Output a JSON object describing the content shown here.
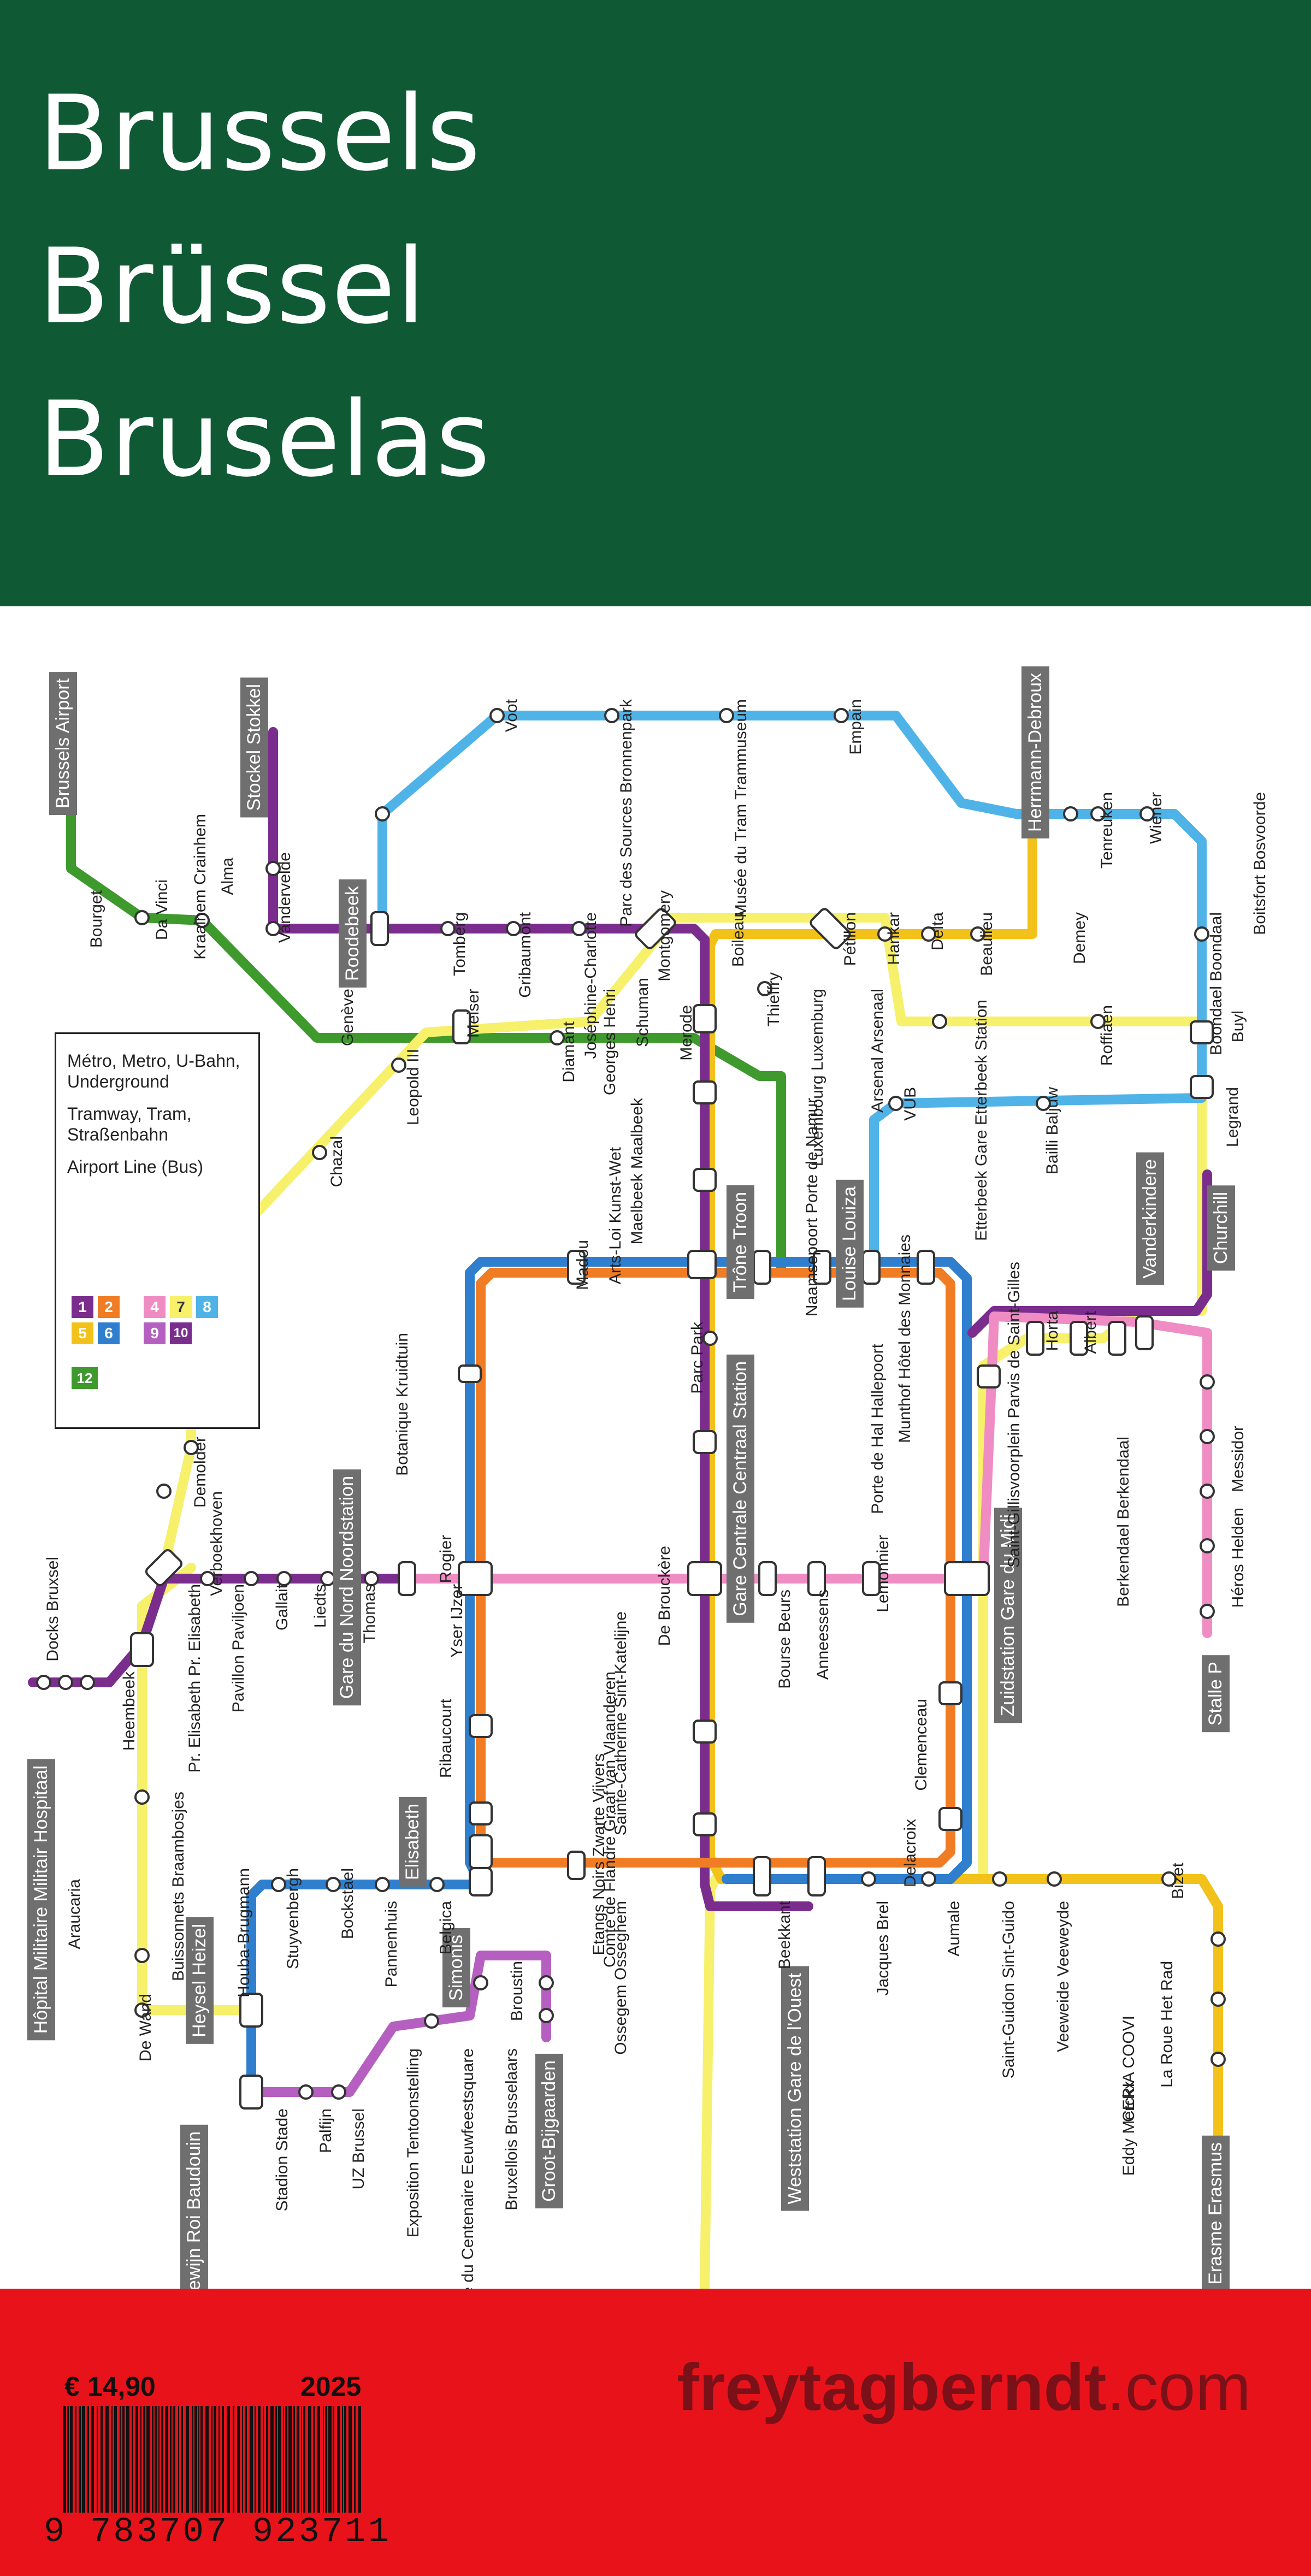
{
  "cover": {
    "titles": [
      "Brussels",
      "Brüssel",
      "Bruselas"
    ],
    "colors": {
      "top_band": "#0f5a34",
      "bottom_band": "#e8131a",
      "brand": "#7a1018"
    }
  },
  "legend": {
    "groups": [
      {
        "badges": [
          "1",
          "2",
          "5",
          "6"
        ],
        "label": "Métro, Metro, U-Bahn, Underground"
      },
      {
        "badges": [
          "4",
          "7",
          "8",
          "9",
          "10"
        ],
        "label": "Tramway, Tram, Straßenbahn"
      },
      {
        "badges": [
          "12"
        ],
        "label": "Airport Line (Bus)"
      }
    ]
  },
  "line_colors": {
    "1": "#7b2d8e",
    "2": "#f07c23",
    "5": "#f2c21b",
    "6": "#2f7fce",
    "4": "#ef8cc4",
    "7": "#f6f06a",
    "8": "#4fb3e8",
    "9": "#b560c0",
    "10": "#7b2d8e",
    "12": "#3f9a2e"
  },
  "map": {
    "boxed_labels": [
      "Brussels Airport",
      "Stockel Stokkel",
      "Roodebeek",
      "Herrmann-Debroux",
      "Trône Troon",
      "Louise Louiza",
      "Gare Centrale Centraal Station",
      "Gare du Nord Noordstation",
      "Zuidstation Gare du Midi",
      "Vanderkindere",
      "Churchill",
      "Hôpital Militaire Militair Hospitaal",
      "Heysel Heizel",
      "Elisabeth",
      "Simonis",
      "Koning Boudewijn Roi Baudouin",
      "Weststation Gare de l'Ouest",
      "Groot-Bijgaarden",
      "Erasme Erasmus",
      "Stalle P"
    ],
    "labels": [
      "Voot",
      "Empain",
      "Parc des Sources Bronnenpark",
      "Musée du Tram Trammuseum",
      "Joséphine-Charlotte",
      "Gribaumont",
      "Tomberg",
      "Vandervelde",
      "Alma",
      "Kraainem Crainhem",
      "Montgomery",
      "Boileau",
      "Pétillon",
      "Hankar",
      "Delta",
      "Beaulieu",
      "Demey",
      "Tenreuken",
      "Wiener",
      "Boitsfort Bosvoorde",
      "Boondael Boondaal",
      "Roffiaen",
      "Buyl",
      "Legrand",
      "Bourget",
      "Da Vinci",
      "Genève",
      "Meiser",
      "Diamant",
      "Georges Henri",
      "Schuman",
      "Merode",
      "Thieffry",
      "Luxembourg Luxemburg",
      "Arsenal Arsenaal",
      "VUB",
      "Etterbeek Gare Etterbeek Station",
      "Leopold III",
      "Chazal",
      "Maelbeek Maalbeek",
      "Arts-Loi Kunst-Wet",
      "Naamsepoort Porte de Namur",
      "Munthof Hôtel des Monnaies",
      "Bailli Baljuw",
      "Madou",
      "Parc Park",
      "Porte de Hal Hallepoort",
      "Horta",
      "Albert",
      "Saint-Gillisvoorplein Parvis de Saint-Gilles",
      "Berkendael Berkendaal",
      "Messidor",
      "Héros Helden",
      "Botanique Kruidtuin",
      "Rogier",
      "De Brouckère",
      "Lemonnier",
      "Demolder",
      "Verboekhoven",
      "Docks Bruxsel",
      "Pr. Elisabeth Pr. Elisabeth",
      "Pavillon Paviljoen",
      "Gallait",
      "Liedts",
      "Thomas",
      "Yser IJzer",
      "Bourse Beurs",
      "Anneessens",
      "Sainte-Catherine Sint-Katelijne",
      "Comte de Flandre Graaf van Vlaanderen",
      "Heembeek",
      "Ribaucourt",
      "Clemenceau",
      "Etangs Noirs Zwarte Vijvers",
      "Delacroix",
      "Buissonnets Braambosjes",
      "Araucaria",
      "Houba-Brugmann",
      "Stuyvenbergh",
      "Bockstael",
      "Pannenhuis",
      "Belgica",
      "Ossegem Osseghem",
      "Beekkant",
      "Jacques Brel",
      "Aumale",
      "Saint-Guidon Sint-Guido",
      "Veeweide Veeweyde",
      "Bizet",
      "La Roue Het Rad",
      "CERIA COOVI",
      "Eddy Merckx",
      "De Wand",
      "Stadion Stade",
      "Palfijn",
      "UZ Brussel",
      "Exposition Tentoonstelling",
      "Square du Centenaire Eeuwfeestsquare",
      "Bruxellois Brusselaars",
      "Broustin"
    ]
  },
  "footer": {
    "price": "€ 14,90",
    "year": "2025",
    "isbn": "9 783707 923711",
    "brand_bold": "freytagberndt",
    "brand_light": ".com"
  }
}
